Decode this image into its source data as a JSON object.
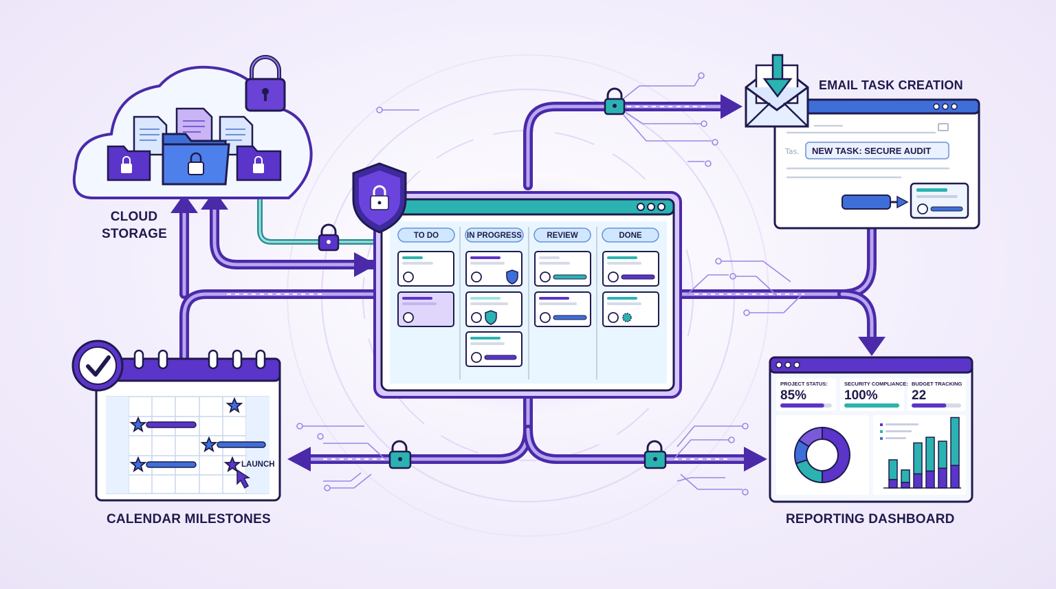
{
  "labels": {
    "cloud_storage_line1": "CLOUD",
    "cloud_storage_line2": "STORAGE",
    "email_task_creation": "EMAIL TASK CREATION",
    "calendar_milestones": "CALENDAR MILESTONES",
    "reporting_dashboard": "REPORTING DASHBOARD"
  },
  "kanban": {
    "columns": [
      {
        "label": "TO DO"
      },
      {
        "label": "IN PROGRESS"
      },
      {
        "label": "REVIEW"
      },
      {
        "label": "DONE"
      }
    ]
  },
  "email": {
    "field_prefix": "Tas.",
    "task_title": "NEW TASK: SECURE AUDIT"
  },
  "calendar": {
    "milestone_label": "LAUNCH"
  },
  "dashboard": {
    "metrics": [
      {
        "label": "PROJECT STATUS:",
        "value": "85%",
        "progress": 0.85
      },
      {
        "label": "SECURITY COMPLIANCE:",
        "value": "100%",
        "progress": 1.0
      },
      {
        "label": "BUDGET TRACKING",
        "value": "22",
        "progress": 0.7
      }
    ],
    "donut_slices": [
      0.5,
      0.2,
      0.14,
      0.16
    ],
    "bars": [
      {
        "teal": 0.35,
        "purple": 0.15
      },
      {
        "teal": 0.22,
        "purple": 0.1
      },
      {
        "teal": 0.55,
        "purple": 0.25
      },
      {
        "teal": 0.6,
        "purple": 0.3
      },
      {
        "teal": 0.48,
        "purple": 0.35
      },
      {
        "teal": 0.85,
        "purple": 0.4
      }
    ]
  },
  "colors": {
    "purple": "#5b34c9",
    "navy": "#1f1a4d",
    "teal": "#2bb3b1",
    "blue": "#3e6fd8",
    "lavender": "#e9e2fb"
  }
}
